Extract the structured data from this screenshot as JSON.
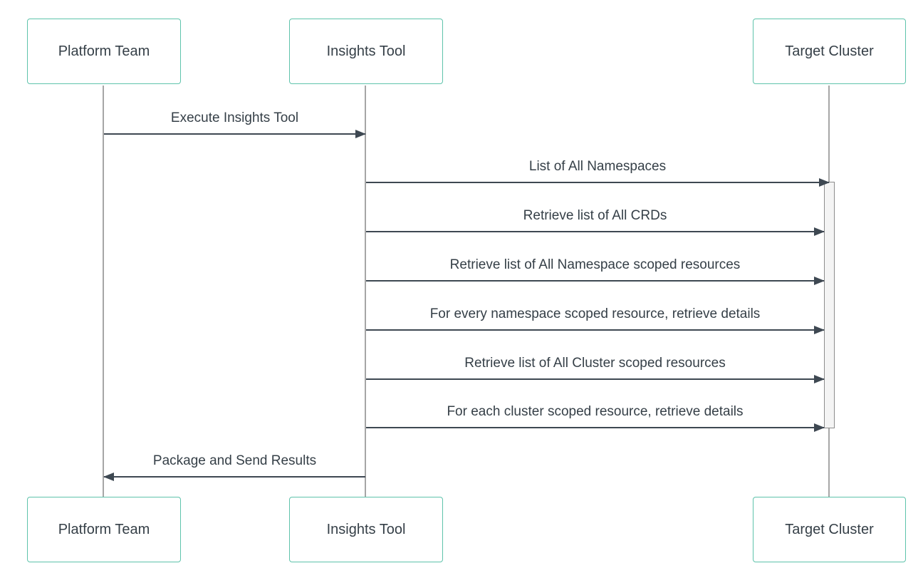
{
  "diagram": {
    "type": "sequence",
    "actors": [
      {
        "id": "platform-team",
        "label": "Platform Team"
      },
      {
        "id": "insights-tool",
        "label": "Insights Tool"
      },
      {
        "id": "target-cluster",
        "label": "Target Cluster"
      }
    ],
    "messages": [
      {
        "from": "Platform Team",
        "to": "Insights Tool",
        "direction": "right",
        "label": "Execute Insights Tool"
      },
      {
        "from": "Insights Tool",
        "to": "Target Cluster",
        "direction": "right",
        "label": "List of All Namespaces"
      },
      {
        "from": "Insights Tool",
        "to": "Target Cluster",
        "direction": "right",
        "label": "Retrieve list of All CRDs"
      },
      {
        "from": "Insights Tool",
        "to": "Target Cluster",
        "direction": "right",
        "label": "Retrieve list of All Namespace scoped resources"
      },
      {
        "from": "Insights Tool",
        "to": "Target Cluster",
        "direction": "right",
        "label": "For every namespace scoped resource, retrieve details"
      },
      {
        "from": "Insights Tool",
        "to": "Target Cluster",
        "direction": "right",
        "label": "Retrieve list of All Cluster scoped resources"
      },
      {
        "from": "Insights Tool",
        "to": "Target Cluster",
        "direction": "right",
        "label": "For each cluster scoped resource, retrieve details"
      },
      {
        "from": "Insights Tool",
        "to": "Platform Team",
        "direction": "left",
        "label": "Package and Send Results"
      }
    ],
    "activation": {
      "actor": "Target Cluster",
      "from_message": "List of All Namespaces",
      "to_message": "For each cluster scoped resource, retrieve details"
    },
    "colors": {
      "actor_border": "#5ec3ab",
      "actor_fill": "#ffffff",
      "text": "#353f47",
      "signal": "#3e4852",
      "lifeline": "#a6a6a6",
      "activation_fill": "#f4f4f4",
      "activation_border": "#8c8c8c"
    }
  }
}
